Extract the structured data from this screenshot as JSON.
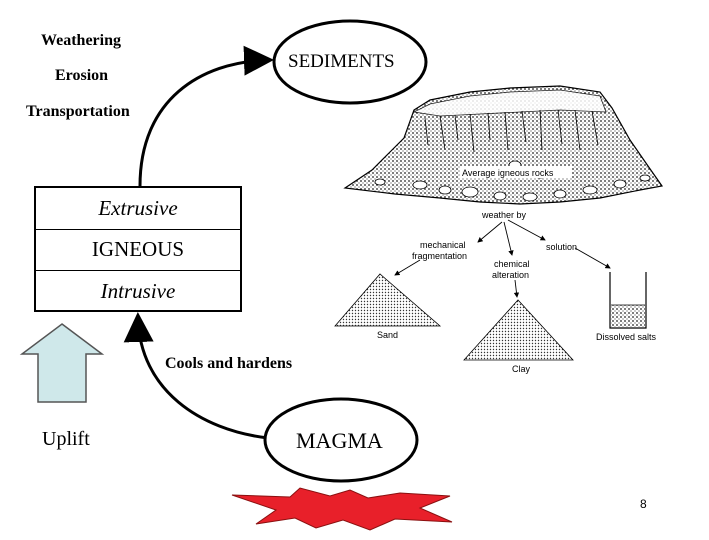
{
  "rock_cycle": {
    "processes": {
      "weathering": "Weathering",
      "erosion": "Erosion",
      "transportation": "Transportation",
      "cools": "Cools and hardens"
    },
    "sediments": "SEDIMENTS",
    "igneous": {
      "extrusive": "Extrusive",
      "title": "IGNEOUS",
      "intrusive": "Intrusive"
    },
    "magma": "MAGMA",
    "uplift": "Uplift"
  },
  "weathering_illustration": {
    "rocks": "Average igneous rocks",
    "weather_by": "weather by",
    "mechanical": [
      "mechanical",
      "fragmentation"
    ],
    "chemical": [
      "chemical",
      "alteration"
    ],
    "solution": "solution",
    "sand": "Sand",
    "clay": "Clay",
    "salts": "Dissolved salts"
  },
  "colors": {
    "uplift_arrow": "#cfe8ea",
    "heat": "#e8202a"
  },
  "page_number": "8"
}
